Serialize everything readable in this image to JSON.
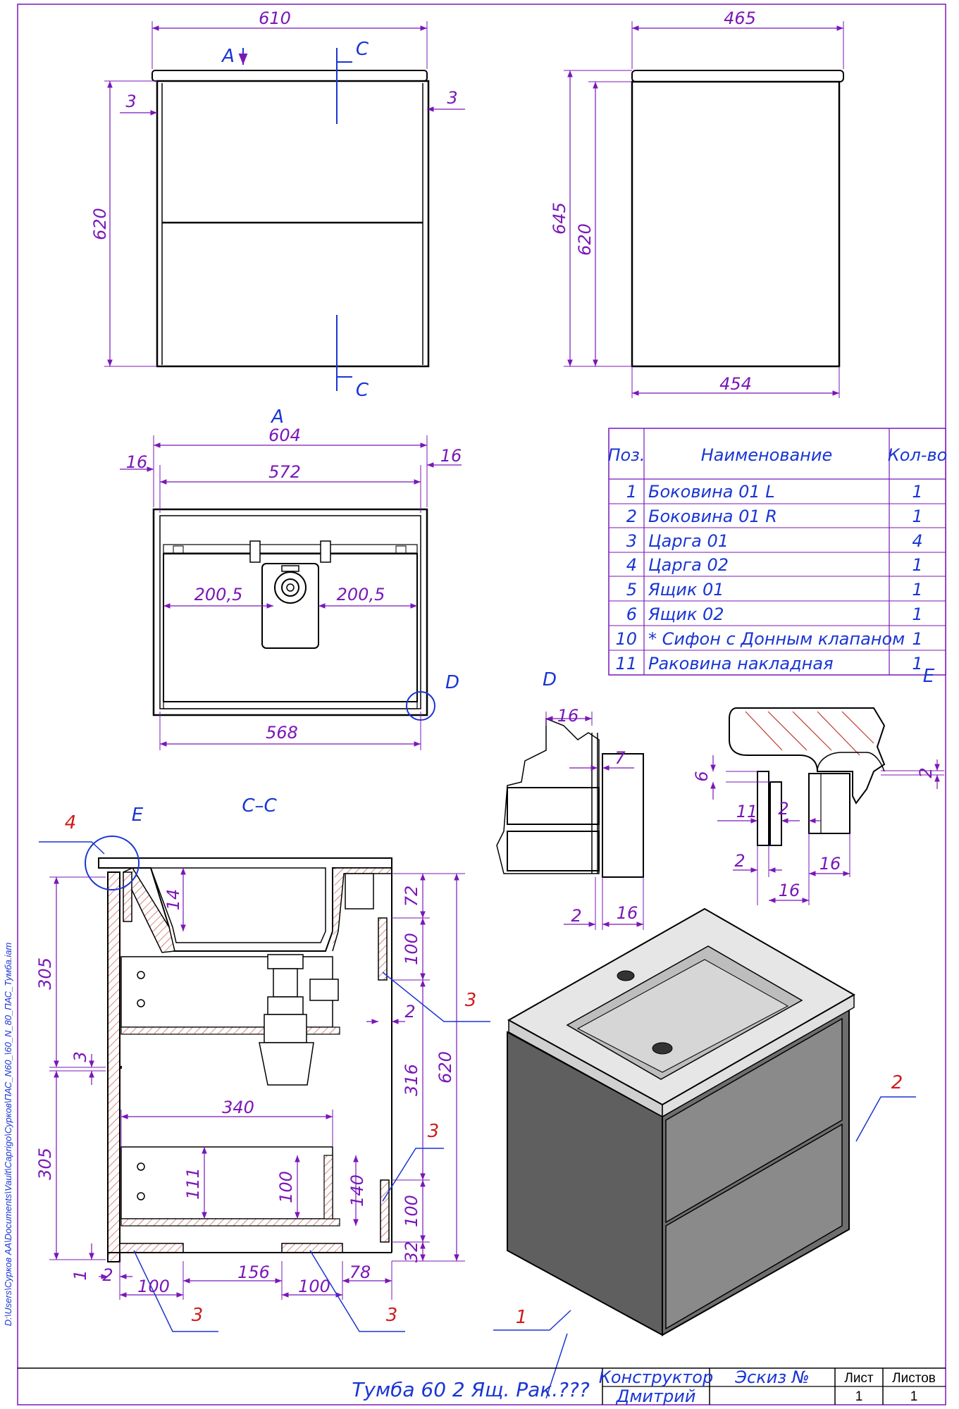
{
  "views": {
    "front": {
      "dims": {
        "width": "610",
        "height": "620",
        "gap_left": "3",
        "gap_right": "3"
      },
      "labels": {
        "view_arrow": "A",
        "section_top": "C",
        "section_bottom": "C"
      }
    },
    "side": {
      "dims": {
        "top_width": "465",
        "total_height": "645",
        "body_height": "620",
        "bottom_width": "454"
      }
    },
    "top": {
      "title": "A",
      "dims": {
        "outer": "604",
        "left_edge": "16",
        "right_edge": "16",
        "inner": "572",
        "left_offset": "200,5",
        "right_offset": "200,5",
        "bottom": "568"
      },
      "detail_label": "D"
    },
    "detail_d": {
      "title": "D",
      "dims": {
        "top": "16",
        "gap": "7",
        "bottom_left": "2",
        "bottom_right": "16"
      }
    },
    "detail_e": {
      "title": "E",
      "dims": {
        "left_h": "6",
        "right_h": "2",
        "a": "11",
        "b": "2",
        "c": "2",
        "d": "16",
        "e": "16"
      }
    },
    "section_cc": {
      "title": "C–C",
      "detail_label": "E",
      "dims": {
        "upper_305": "305",
        "gap_3": "3",
        "lower_305": "305",
        "bottom_1": "1",
        "bottom_2": "2",
        "w100a": "100",
        "w156": "156",
        "w100b": "100",
        "w78": "78",
        "drawer_340": "340",
        "h111": "111",
        "h100a": "100",
        "h140": "140",
        "sink_14": "14",
        "r72": "72",
        "r100a": "100",
        "r2": "2",
        "r316": "316",
        "r620": "620",
        "r100b": "100",
        "r32": "32"
      },
      "callouts": {
        "c4": "4",
        "c3a": "3",
        "c3b": "3",
        "c3c": "3",
        "c3d": "3"
      }
    },
    "iso": {
      "callouts": {
        "c1": "1",
        "c2": "2"
      }
    }
  },
  "parts_table": {
    "headers": {
      "pos": "Поз.",
      "name": "Наименование",
      "qty": "Кол-во"
    },
    "rows": [
      {
        "pos": "1",
        "name": "Боковина 01 L",
        "qty": "1"
      },
      {
        "pos": "2",
        "name": "Боковина 01 R",
        "qty": "1"
      },
      {
        "pos": "3",
        "name": "Царга 01",
        "qty": "4"
      },
      {
        "pos": "4",
        "name": "Царга 02",
        "qty": "1"
      },
      {
        "pos": "5",
        "name": "Ящик 01",
        "qty": "1"
      },
      {
        "pos": "6",
        "name": "Ящик 02",
        "qty": "1"
      },
      {
        "pos": "10",
        "name": "* Сифон с Донным клапаном",
        "qty": "1"
      },
      {
        "pos": "11",
        "name": "Раковина накладная",
        "qty": "1"
      }
    ]
  },
  "title_block": {
    "product": "Тумба 60 2 Ящ. Рак.???",
    "role": "Конструктор",
    "designer": "Дмитрий",
    "doc_type": "Эскиз №",
    "sheet_label": "Лист",
    "sheets_label": "Листов",
    "sheet": "1",
    "sheets": "1"
  },
  "file_path": "D:\\Users\\Сурков АА\\Documents\\Vault\\Caprigo\\Сурков\\ПАС_N60_\\60_N_80_ПАС_Тумба.iam",
  "colors": {
    "dimension": "#7a17b8",
    "annotation": "#1a35d4",
    "callout": "#d11a1a",
    "hatch": "#c0392b"
  }
}
